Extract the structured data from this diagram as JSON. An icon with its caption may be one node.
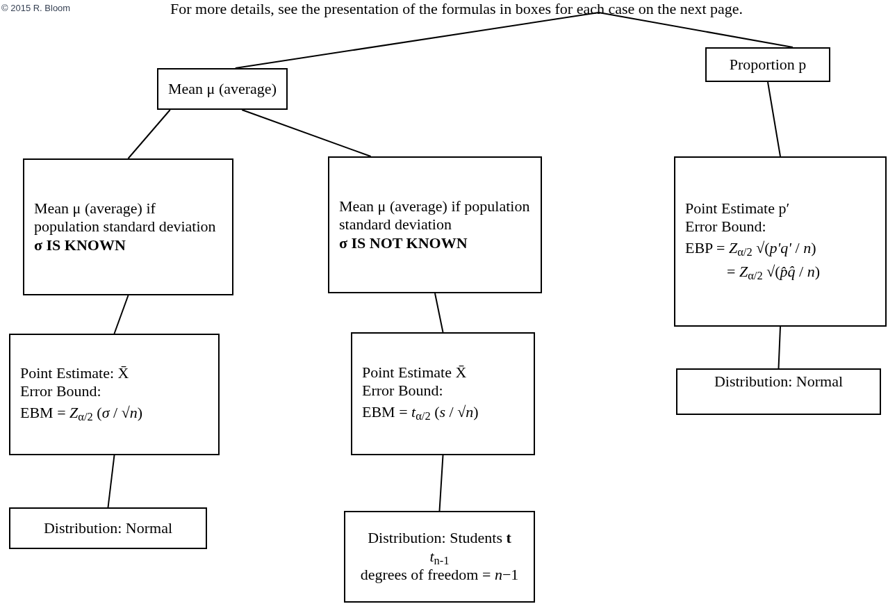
{
  "diagram": {
    "nodes": [
      {
        "text": [
          "For more details, see the presentation of the formulas in boxes for each case on the next page."
        ]
      },
      {
        "text": [
          "Mean μ  (average)"
        ]
      },
      {
        "text": [
          "Proportion p"
        ]
      },
      {
        "text": [
          "Mean μ  (average) if  population standard deviation",
          "σ IS KNOWN"
        ]
      },
      {
        "text": [
          "Mean μ  (average) if population standard deviation",
          "σ IS NOT KNOWN"
        ]
      },
      {
        "text": [
          "Point Estimate p′",
          "Error Bound:",
          "EBP =  *Z*$_{α/2}$ √(*p'q'* / *n*)",
          "= *Z*$_{α/2}$ √(*p̂q̂* / *n*)"
        ]
      },
      {
        "text": [
          "Point Estimate:  X̄",
          "Error Bound:",
          "EBM = *Z*$_{α/2}$ (*σ* / √*n*)"
        ]
      },
      {
        "text": [
          "Point Estimate  X̄",
          "Error Bound:",
          "EBM = *t*$_{α/2}$ (*s* / √*n*)"
        ]
      },
      {
        "text": [
          "Distribution: Normal"
        ]
      },
      {
        "text": [
          "Distribution:  Normal"
        ]
      },
      {
        "text": [
          "Distribution:  Students **t**",
          "*t*$_{n-1}$",
          "degrees of freedom = *n*−1"
        ]
      }
    ],
    "edges": [
      {
        "from": 0,
        "to": 1,
        "arrow": "none"
      },
      {
        "from": 0,
        "to": 2,
        "arrow": "none"
      },
      {
        "from": 1,
        "to": 3,
        "arrow": "none"
      },
      {
        "from": 1,
        "to": 4,
        "arrow": "none"
      },
      {
        "from": 2,
        "to": 5,
        "arrow": "none"
      },
      {
        "from": 3,
        "to": 6,
        "arrow": "none"
      },
      {
        "from": 4,
        "to": 7,
        "arrow": "none"
      },
      {
        "from": 5,
        "to": 8,
        "arrow": "none"
      },
      {
        "from": 6,
        "to": 9,
        "arrow": "none"
      },
      {
        "from": 7,
        "to": 10,
        "arrow": "none"
      }
    ],
    "labels": [
      "© 2015 R. Bloom"
    ]
  }
}
